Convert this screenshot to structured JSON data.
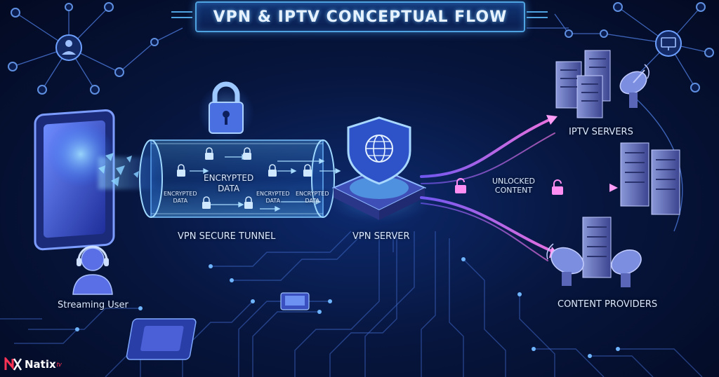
{
  "title": "VPN & IPTV CONCEPTUAL FLOW",
  "nodes": {
    "user": "Streaming User",
    "tunnel": "VPN SECURE TUNNEL",
    "server": "VPN SERVER",
    "iptv": "IPTV SERVERS",
    "providers": "CONTENT PROVIDERS"
  },
  "tunnel_labels": {
    "encrypted_big_1": "ENCRYPTED",
    "encrypted_big_2": "DATA",
    "encrypted_small_1": "ENCRYPTED",
    "encrypted_small_2": "DATA"
  },
  "unlocked": {
    "line1": "UNLOCKED",
    "line2": "CONTENT"
  },
  "brand": {
    "name": "Natix",
    "suffix": "tv"
  },
  "colors": {
    "background": "#07163f",
    "tunnel": "#3aa0ff",
    "unlocked_flow": "#c46bff",
    "accent": "#4fa3e0",
    "brand_red": "#ff3355"
  },
  "icons": [
    "padlock-icon",
    "globe-shield-icon",
    "headset-user-icon",
    "server-rack-icon",
    "satellite-dish-icon",
    "monitor-icon",
    "user-circle-icon",
    "tablet-icon"
  ]
}
